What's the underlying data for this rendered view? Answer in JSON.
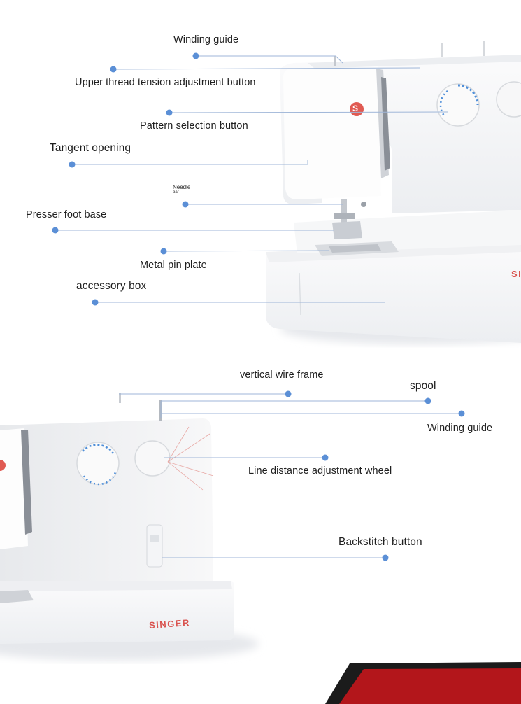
{
  "diagram": {
    "upper_labels": {
      "winding_guide": "Winding guide",
      "upper_thread_tension": "Upper thread tension adjustment button",
      "pattern_selection": "Pattern selection button",
      "tangent_opening": "Tangent opening",
      "needle_bar_line1": "Needle",
      "needle_bar_line2": "bar",
      "presser_foot_base": "Presser foot base",
      "metal_pin_plate": "Metal pin plate",
      "accessory_box": "accessory box"
    },
    "lower_labels": {
      "vertical_wire_frame": "vertical wire frame",
      "spool": "spool",
      "winding_guide": "Winding guide",
      "line_distance_wheel": "Line distance adjustment wheel",
      "backstitch_button": "Backstitch button"
    },
    "branding": {
      "logo_letter": "S",
      "brand_name_upper": "SI",
      "brand_name_lower": "SINGER"
    },
    "colors": {
      "dot": "#5b8fd6",
      "leader_line": "#9fb6d8",
      "machine_body": "#f4f4f6",
      "brand_red": "#d9534f",
      "footer_red": "#b3161b",
      "footer_dark": "#1b1b1b"
    }
  }
}
